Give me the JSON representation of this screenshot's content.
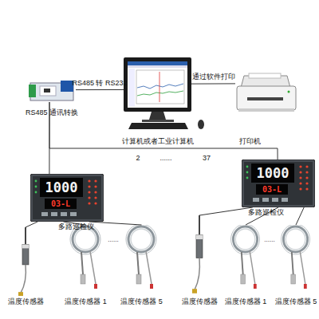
{
  "diagram": {
    "nodes": [
      {
        "text": [
          "RS485 通讯转换"
        ]
      },
      {
        "text": [
          "计算机或者工业计算机"
        ]
      },
      {
        "text": [
          "打印机"
        ]
      },
      {
        "text": [
          "1000",
          "03-L",
          "多路巡检仪"
        ]
      },
      {
        "text": [
          "1000",
          "03-L",
          "多路巡检仪"
        ]
      },
      {
        "text": [
          "温度传感器"
        ]
      },
      {
        "text": [
          "温度传感器 1"
        ]
      },
      {
        "text": [
          "温度传感器 5"
        ]
      },
      {
        "text": [
          "温度传感器"
        ]
      },
      {
        "text": [
          "温度传感器 1"
        ]
      },
      {
        "text": [
          "温度传感器 5"
        ]
      }
    ],
    "edges": [
      {
        "from": 0,
        "to": 1,
        "label": "RS485 转 RS232",
        "arrow": "none"
      },
      {
        "from": 1,
        "to": 2,
        "label": "通过软件打印",
        "arrow": "none"
      },
      {
        "from": 0,
        "to": 3,
        "arrow": "none"
      },
      {
        "from": 0,
        "to": 4,
        "arrow": "none"
      },
      {
        "from": 3,
        "to": 5,
        "arrow": "none"
      },
      {
        "from": 3,
        "to": 6,
        "arrow": "none"
      },
      {
        "from": 3,
        "to": 7,
        "arrow": "none"
      },
      {
        "from": 4,
        "to": 8,
        "arrow": "none"
      },
      {
        "from": 4,
        "to": 9,
        "arrow": "none"
      },
      {
        "from": 4,
        "to": 10,
        "arrow": "none"
      }
    ],
    "labels": [
      "2",
      "......",
      "37",
      "......",
      "......"
    ]
  }
}
